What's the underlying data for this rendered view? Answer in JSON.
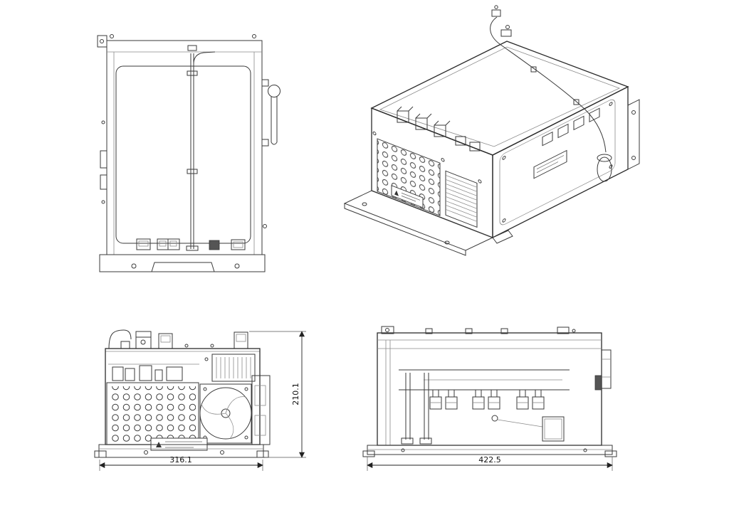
{
  "views": {
    "front_view": {
      "width_dimension": "316.1",
      "height_dimension": "210.1"
    },
    "side_view": {
      "width_dimension": "422.5"
    }
  }
}
